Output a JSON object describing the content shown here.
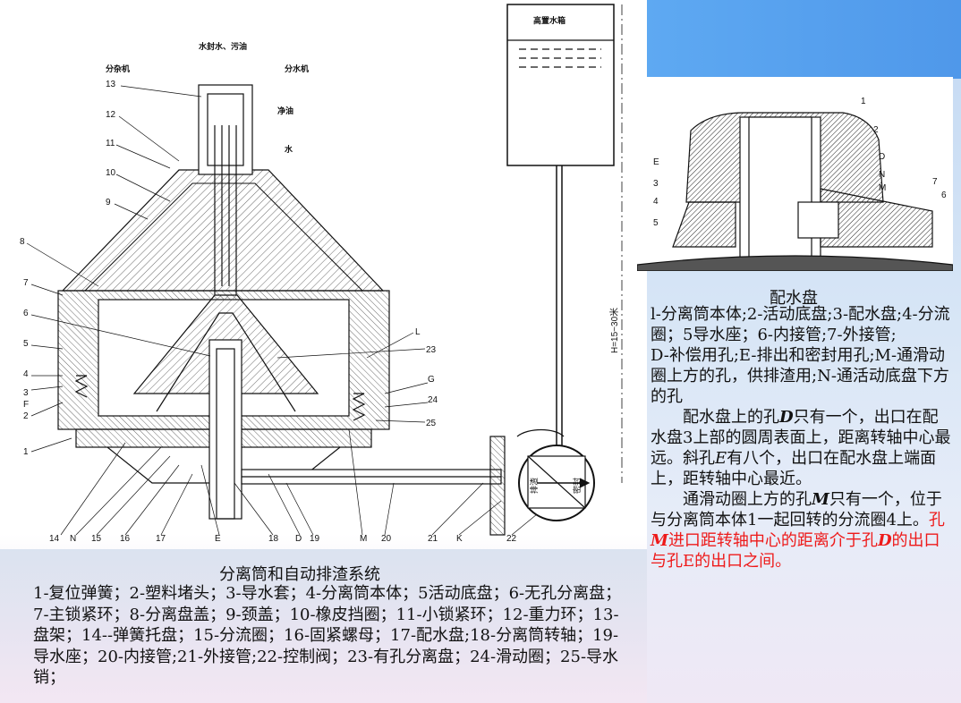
{
  "inset_caption": "配水盘",
  "inset_legend": "l-分离筒本体;2-活动底盘;3-配水盘;4-分流圈；5导水座；6-内接管;7-外接管;",
  "hole_legend": "D-补偿用孔;E-排出和密封用孔;M-通滑动圈上方的孔，供排渣用;N-通活动底盘下方的孔",
  "para1_prefix": "配水盘上的孔",
  "para1_D": "D",
  "para1_mid": "只有一个，出口在配水盘3上部的圆周表面上，距离转轴中心最远。斜孔",
  "para1_E": "E",
  "para1_suffix": "有八个，出口在配水盘上端面上，距转轴中心最近。",
  "para2_prefix": "通滑动圈上方的孔",
  "para2_M": "M",
  "para2_mid": "只有一个，位于与分离筒本体1一起回转的分流圈4上。",
  "para2_red_a": "孔",
  "para2_red_M": "M",
  "para2_red_b": "进口距转轴中心的距离介于孔",
  "para2_red_D": "D",
  "para2_red_c": "的出口与孔E的出口之间。",
  "main_caption": "分离筒和自动排渣系统",
  "main_legend": "1-复位弹簧；2-塑料堵头；3-导水套；4-分离筒本体；5活动底盘；6-无孔分离盘；7-主锁紧环；8-分离盘盖；9-颈盖；10-橡皮挡圈；11-小锁紧环；12-重力环；13-盘架；14--弹簧托盘；15-分流圈；16-固紧螺母；17-配水盘;18-分离筒转轴；19-导水座；20-内接管;21-外接管;22-控制阀；23-有孔分离盘；24-滑动圈；25-导水销；",
  "diagram": {
    "tank_label": "高置水箱",
    "height_label": "H=15~30米",
    "top_label": "水封水、污油",
    "left_pipe_label": "分杂机",
    "right_pipe_label": "分水机",
    "oil_label": "净油",
    "water_label": "水",
    "left_numbers": [
      "13",
      "12",
      "11",
      "10",
      "9",
      "8",
      "7",
      "6",
      "5",
      "4",
      "3",
      "F",
      "2",
      "1"
    ],
    "right_numbers": [
      "L",
      "23",
      "G",
      "24",
      "25"
    ],
    "bottom_numbers": [
      "14",
      "N",
      "15",
      "16",
      "17",
      "E",
      "18",
      "D",
      "19",
      "M",
      "20",
      "21",
      "K",
      "22"
    ],
    "valve_left": "排渣",
    "valve_right": "密封"
  },
  "inset_labels": {
    "right": [
      "1",
      "2",
      "D",
      "N",
      "M",
      "7",
      "6"
    ],
    "left": [
      "E",
      "3",
      "4",
      "5"
    ]
  }
}
